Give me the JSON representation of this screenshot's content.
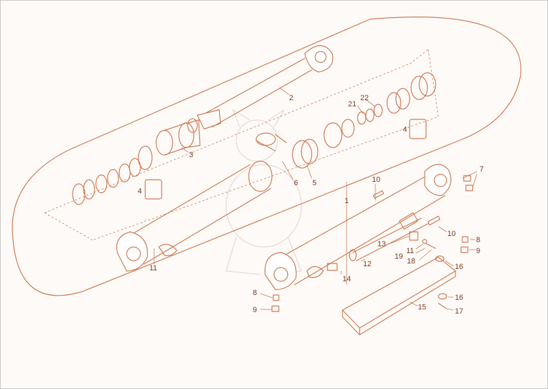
{
  "diagram": {
    "stroke_color": "#cd7a52",
    "label_color": "#7a3a1c",
    "background": "#fdfaf8",
    "callouts": [
      "1",
      "2",
      "3",
      "4",
      "4",
      "5",
      "6",
      "7",
      "8",
      "8",
      "9",
      "9",
      "10",
      "10",
      "11",
      "11",
      "12",
      "13",
      "14",
      "15",
      "16",
      "16",
      "17",
      "18",
      "19",
      "21",
      "22"
    ]
  }
}
